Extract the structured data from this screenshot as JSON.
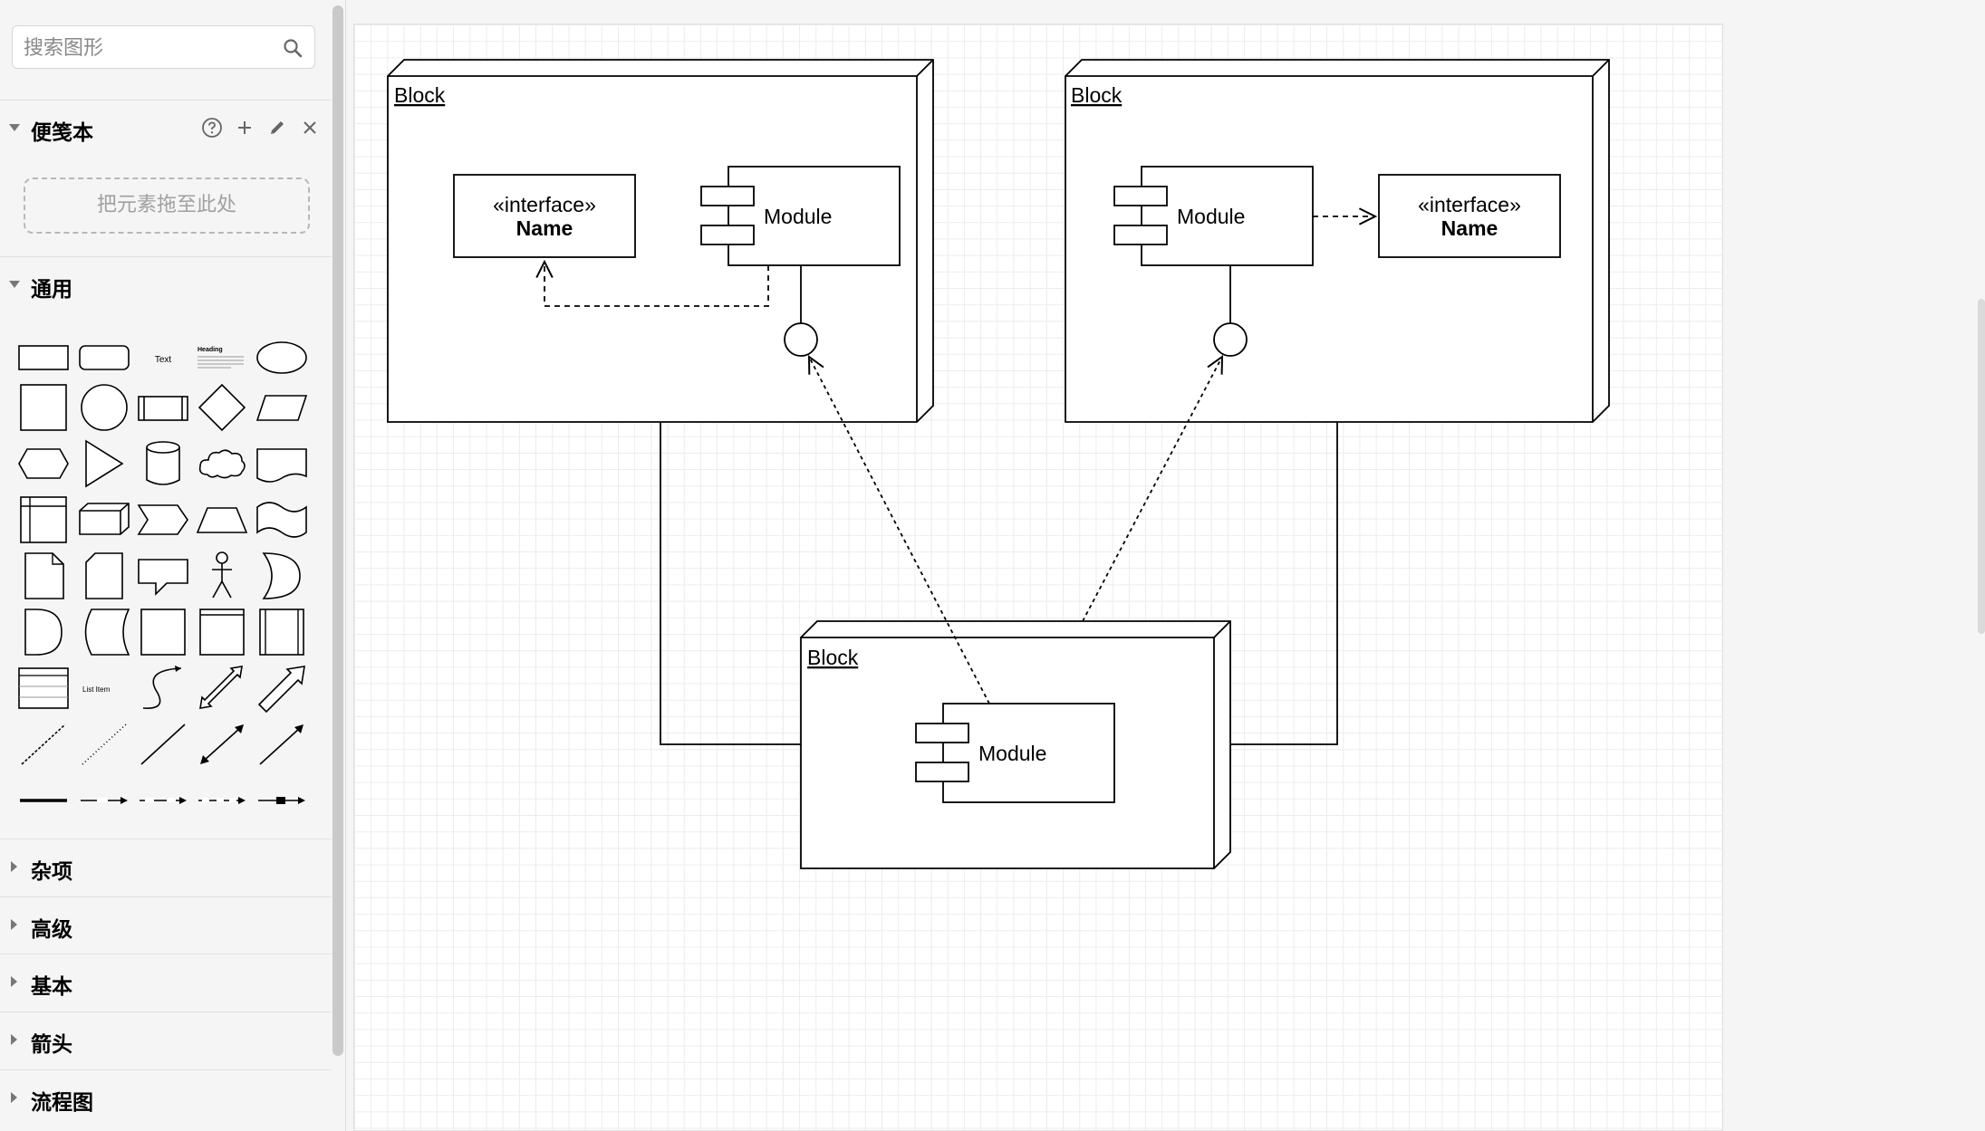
{
  "search": {
    "placeholder": "搜索图形"
  },
  "scratchpad": {
    "title": "便笺本",
    "dropzone_label": "把元素拖至此处"
  },
  "general": {
    "title": "通用",
    "shape_text": "Text",
    "shape_heading": "Heading",
    "shape_list_item": "List Item"
  },
  "collapsed_sections": [
    "杂项",
    "高级",
    "基本",
    "箭头",
    "流程图"
  ],
  "diagram": {
    "block_top_left": {
      "label": "Block",
      "interface_stereotype": "«interface»",
      "interface_name": "Name",
      "module_label": "Module"
    },
    "block_top_right": {
      "label": "Block",
      "interface_stereotype": "«interface»",
      "interface_name": "Name",
      "module_label": "Module"
    },
    "block_bottom": {
      "label": "Block",
      "module_label": "Module"
    }
  },
  "colors": {
    "canvas_bg": "#ffffff",
    "grid": "#ececec",
    "sidebar_bg": "#f5f5f5",
    "stroke": "#000000"
  }
}
